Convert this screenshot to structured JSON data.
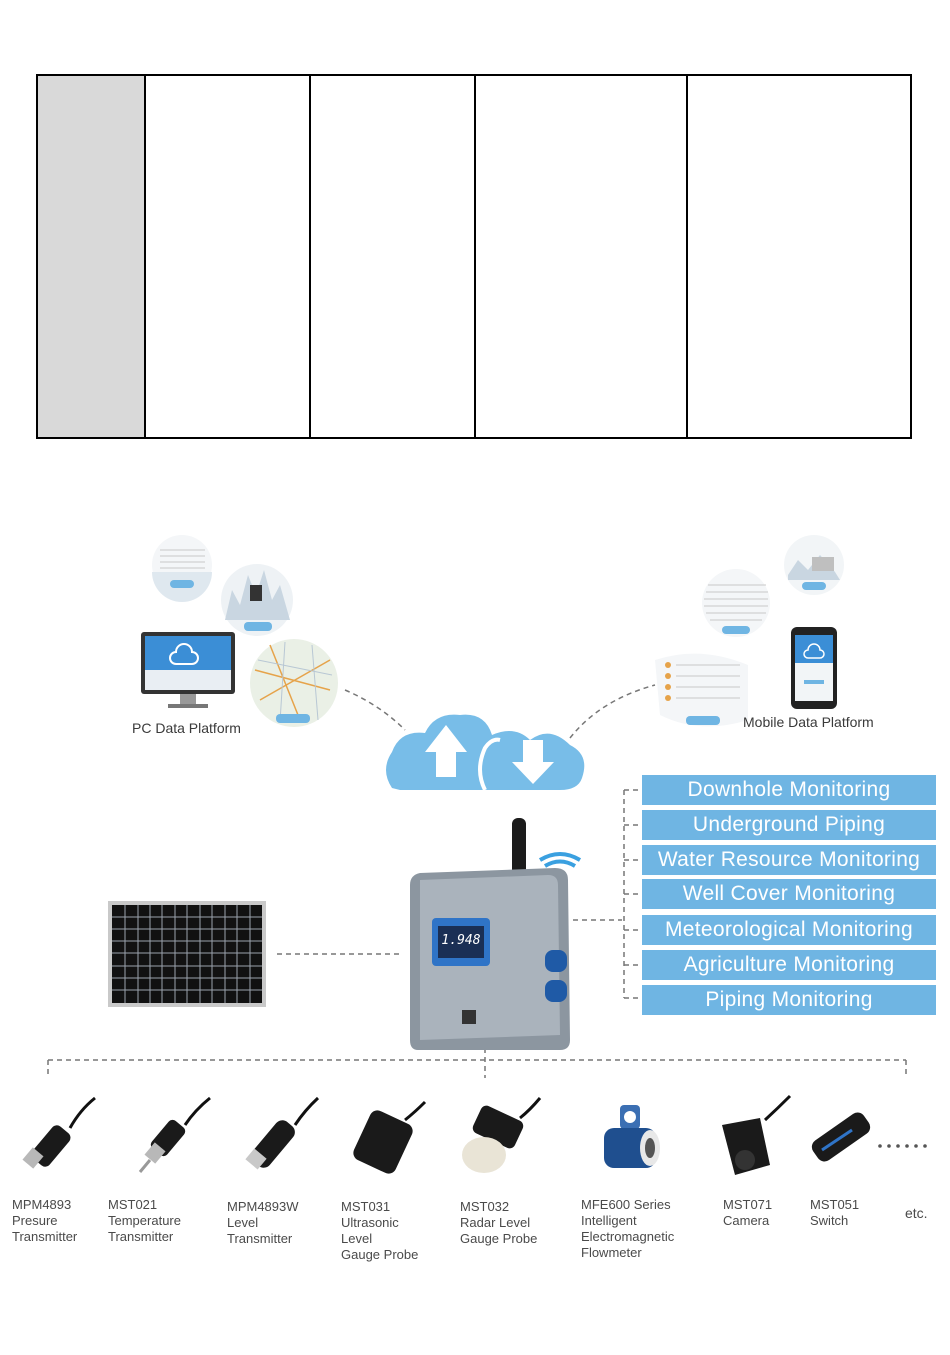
{
  "platforms": {
    "pc_label": "PC Data Platform",
    "mobile_label": "Mobile Data Platform"
  },
  "device": {
    "display_value": "1.948"
  },
  "applications": [
    "Downhole Monitoring",
    "Underground Piping",
    "Water Resource Monitoring",
    "Well Cover Monitoring",
    "Meteorological Monitoring",
    "Agriculture Monitoring",
    "Piping Monitoring"
  ],
  "sensors": [
    {
      "label": "MPM4893\nPresure\n Transmitter"
    },
    {
      "label": "MST021\nTemperature\nTransmitter"
    },
    {
      "label": "MPM4893W\nLevel\nTransmitter"
    },
    {
      "label": "MST031\nUltrasonic\n Level\nGauge Probe"
    },
    {
      "label": "MST032\nRadar Level\nGauge Probe"
    },
    {
      "label": "MFE600 Series\n Intelligent\nElectromagnetic\nFlowmeter"
    },
    {
      "label": "MST071\nCamera"
    },
    {
      "label": "MST051\nSwitch"
    }
  ],
  "etc_label": "etc.",
  "colors": {
    "accent_blue": "#6fb5e3",
    "cloud_blue": "#78bde8",
    "table_header_gray": "#d9d9d9"
  }
}
